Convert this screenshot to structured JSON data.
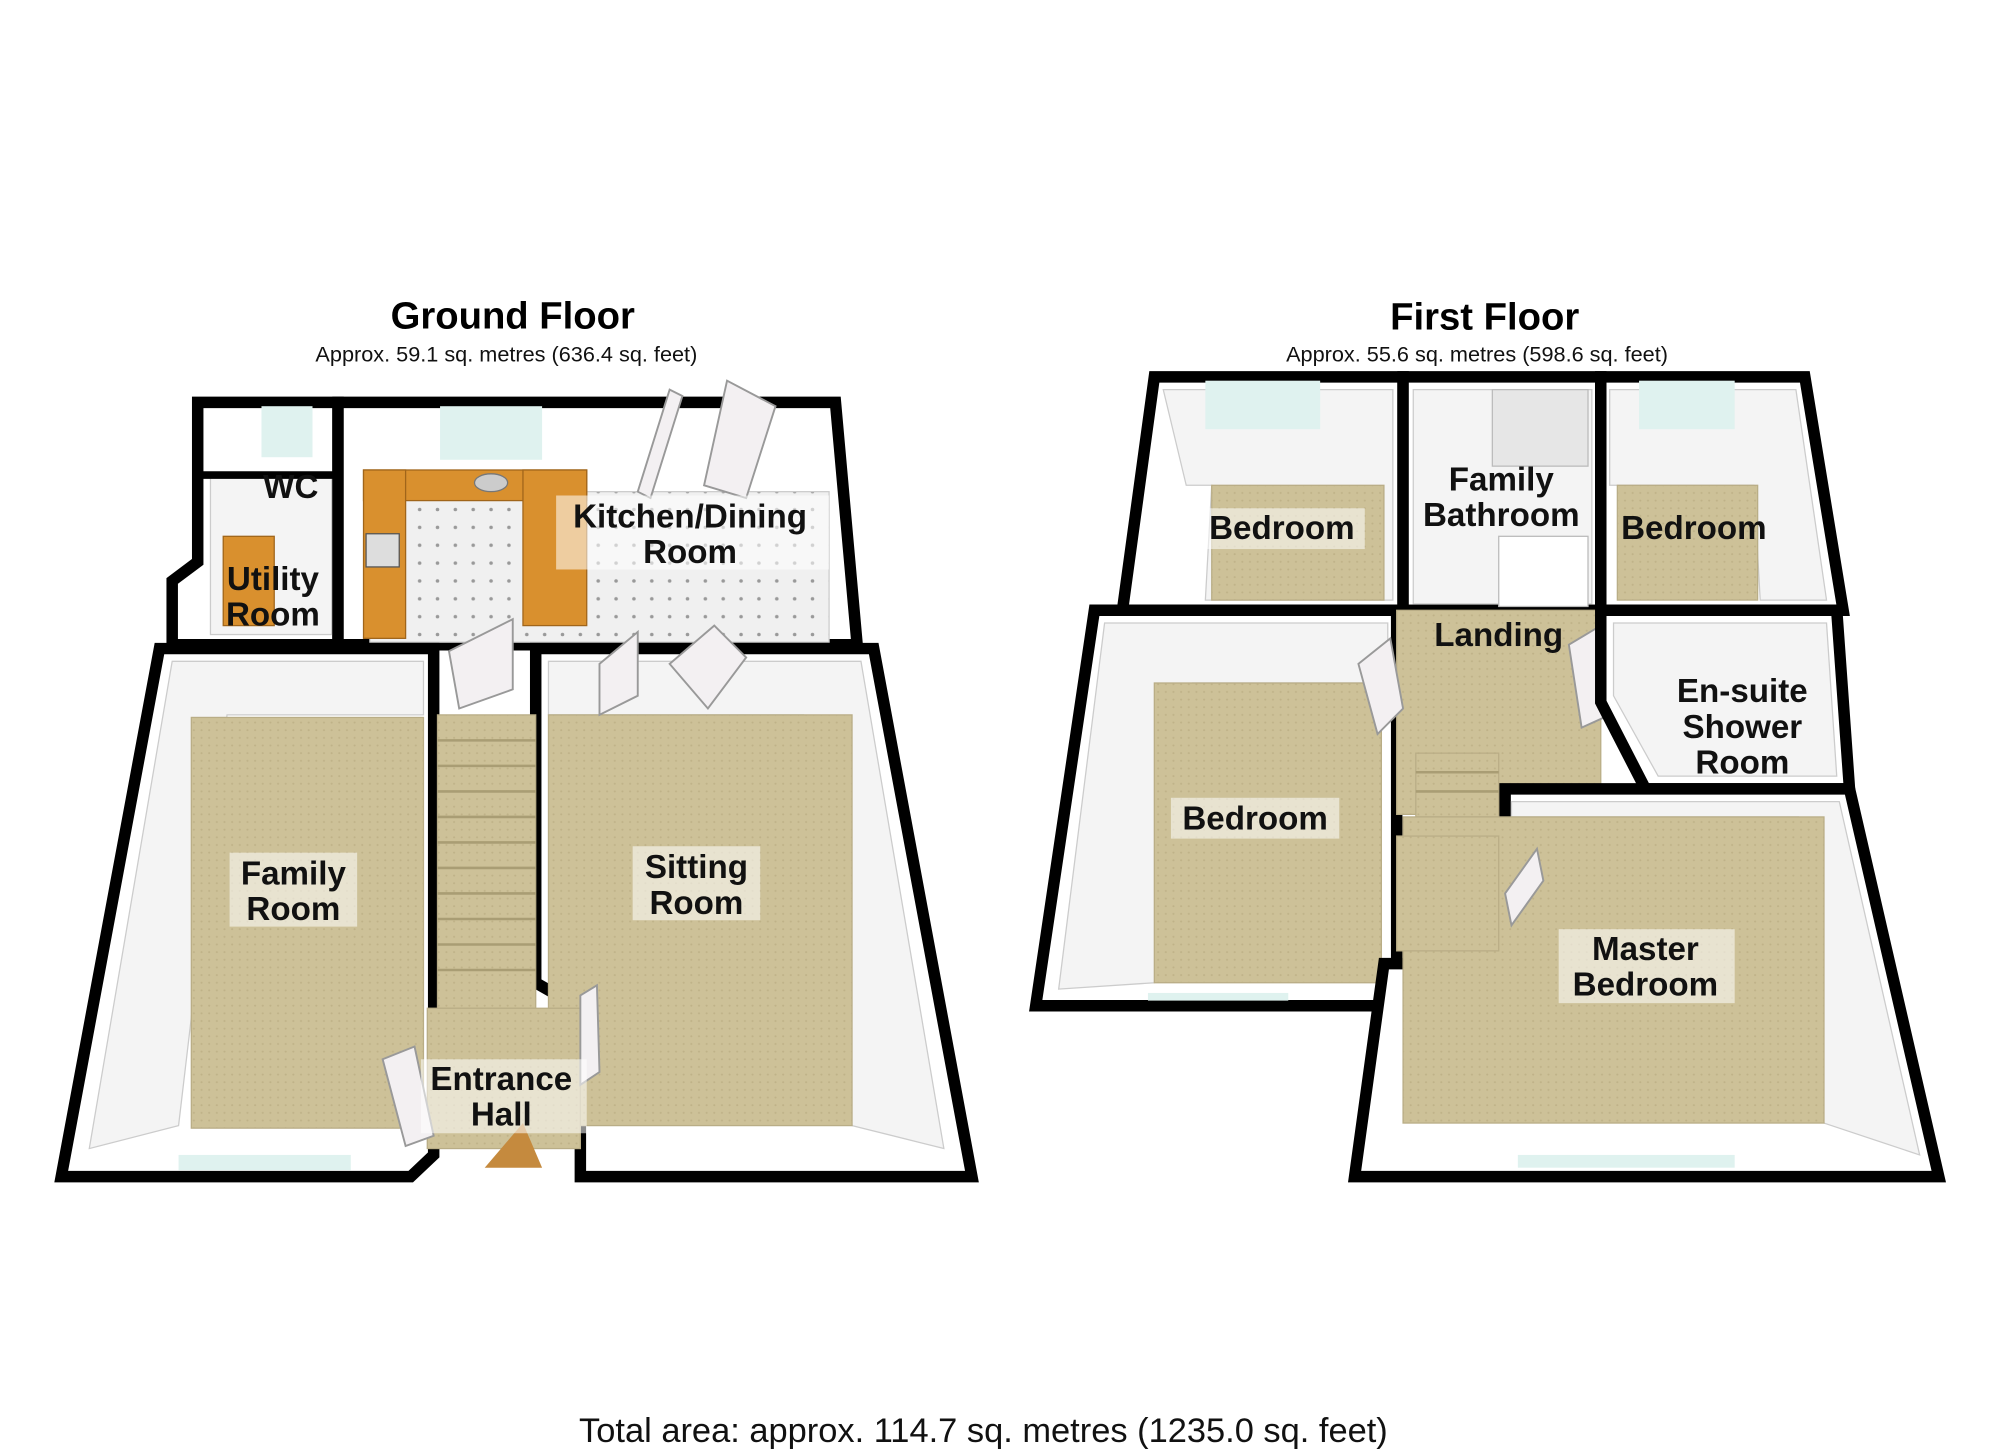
{
  "ground_floor": {
    "title": "Ground Floor",
    "area": "Approx. 59.1 sq. metres (636.4 sq. feet)",
    "rooms": {
      "wc": [
        "WC"
      ],
      "utility": [
        "Utility",
        "Room"
      ],
      "kitchen": [
        "Kitchen/Dining",
        "Room"
      ],
      "family": [
        "Family",
        "Room"
      ],
      "sitting": [
        "Sitting",
        "Room"
      ],
      "hall": [
        "Entrance",
        "Hall"
      ]
    }
  },
  "first_floor": {
    "title": "First Floor",
    "area": "Approx. 55.6 sq. metres (598.6 sq. feet)",
    "rooms": {
      "bedroom_top_left": [
        "Bedroom"
      ],
      "bathroom": [
        "Family",
        "Bathroom"
      ],
      "bedroom_top_right": [
        "Bedroom"
      ],
      "landing": [
        "Landing"
      ],
      "ensuite": [
        "En-suite",
        "Shower",
        "Room"
      ],
      "bedroom_left": [
        "Bedroom"
      ],
      "master": [
        "Master",
        "Bedroom"
      ]
    }
  },
  "total_area": "Total area: approx. 114.7 sq. metres (1235.0 sq. feet)",
  "colors": {
    "carpet": "#cfc39a",
    "counter": "#d9902e",
    "wall": "#000000"
  }
}
